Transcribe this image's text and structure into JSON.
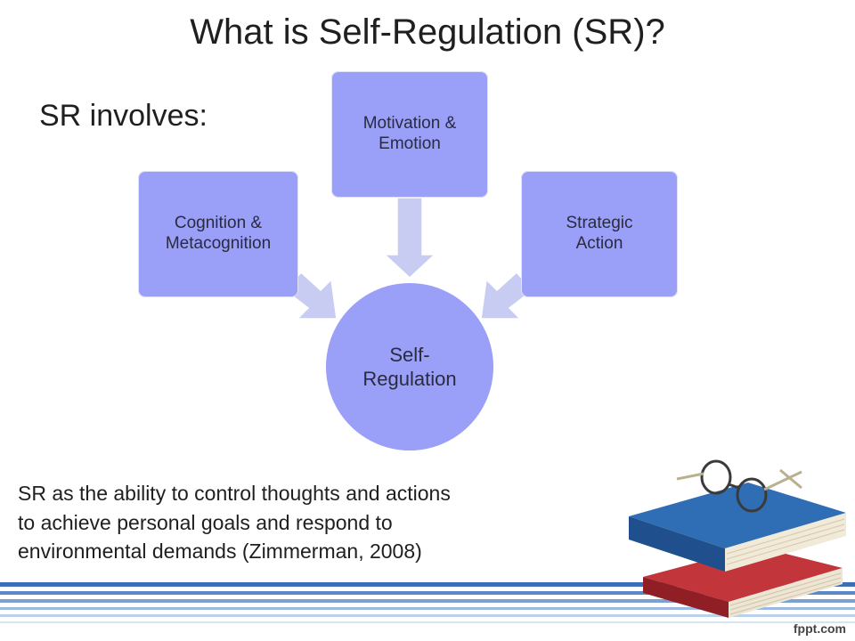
{
  "slide": {
    "title": "What is Self-Regulation (SR)?",
    "subtitle": "SR involves:",
    "quote_lines": [
      "SR as the ability to control thoughts and actions",
      "to achieve personal goals and respond to",
      "environmental demands (Zimmerman, 2008)"
    ],
    "brand": "fppt.com"
  },
  "diagram": {
    "center": {
      "line1": "Self-",
      "line2": "Regulation"
    },
    "nodes": [
      {
        "line1": "Motivation &",
        "line2": "Emotion"
      },
      {
        "line1": "Cognition &",
        "line2": "Metacognition"
      },
      {
        "line1": "Strategic",
        "line2": "Action"
      }
    ]
  },
  "colors": {
    "node_fill": "#9aa0f8",
    "arrow_fill": "#c9ccf2",
    "stripe_blue": "#3d6fb6",
    "book_blue": "#2f6db5",
    "book_red": "#b3282d"
  },
  "icons": [
    "books-with-glasses-illustration"
  ]
}
